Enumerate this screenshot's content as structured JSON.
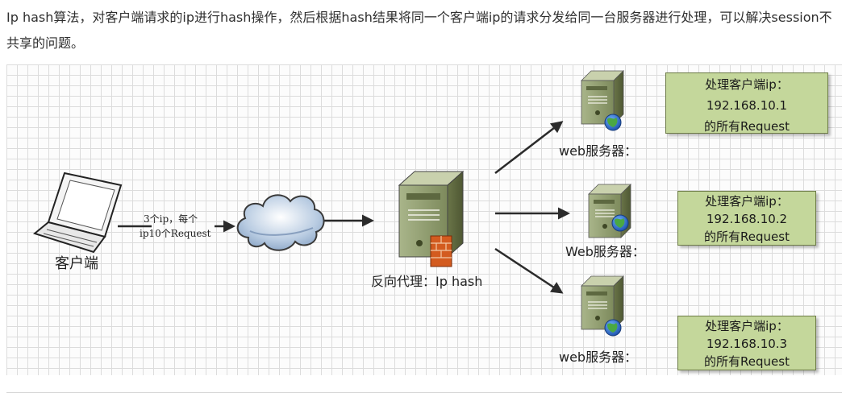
{
  "intro_text": "Ip hash算法，对客户端请求的ip进行hash操作，然后根据hash结果将同一个客户端ip的请求分发给同一台服务器进行处理，可以解决session不共享的问题。",
  "diagram": {
    "client_label": "客户端",
    "request_label_line1": "3个ip，每个",
    "request_label_line2": "ip10个Request",
    "proxy_label": "反向代理：Ip hash",
    "servers": [
      {
        "label": "web服务器：",
        "note_line1": "处理客户端ip：",
        "note_line2": "192.168.10.1",
        "note_line3": "的所有Request"
      },
      {
        "label": "Web服务器：",
        "note_line1": "处理客户端ip：",
        "note_line2": "192.168.10.2",
        "note_line3": "的所有Request"
      },
      {
        "label": "web服务器：",
        "note_line1": "处理客户端ip：",
        "note_line2": "192.168.10.3",
        "note_line3": "的所有Request"
      }
    ],
    "icons": [
      "laptop-icon",
      "cloud-icon",
      "proxy-server-icon",
      "firewall-icon",
      "web-server-icon",
      "globe-icon"
    ],
    "colors": {
      "note_fill": "#c4d79b",
      "server_body": "#8c9a6e",
      "arrow": "#2b2b2b",
      "cloud": "#9fb7d3"
    }
  }
}
